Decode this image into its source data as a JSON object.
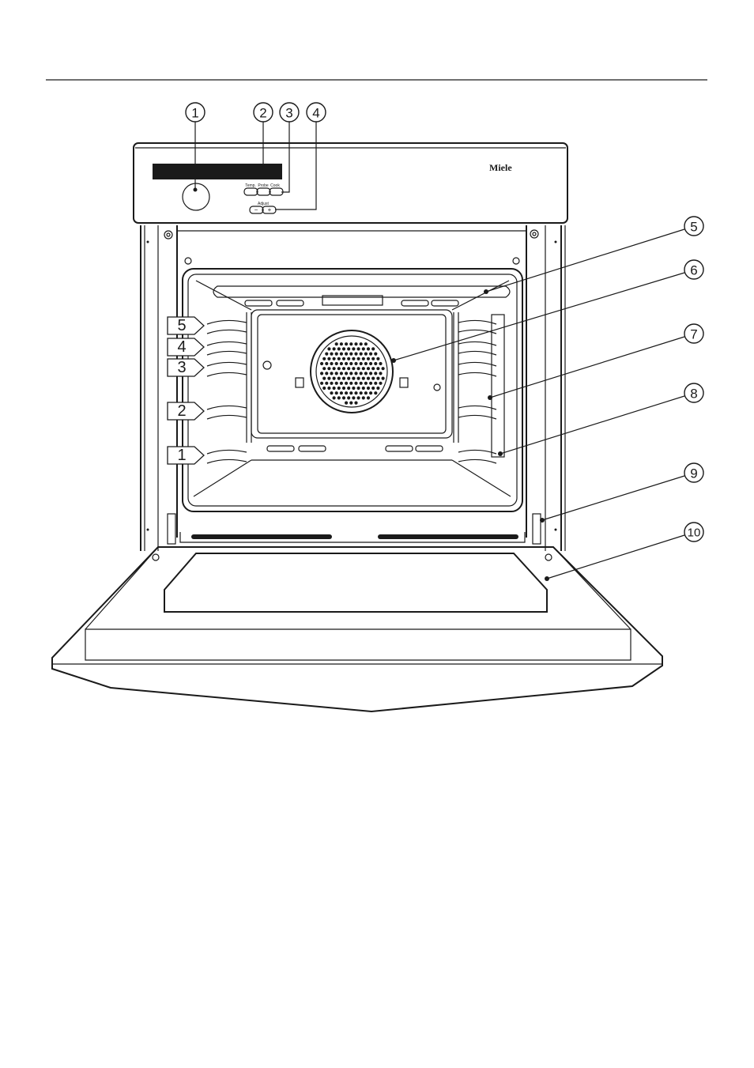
{
  "brand": "Miele",
  "panel": {
    "buttons": [
      "Temp.",
      "Probe",
      "Cook"
    ],
    "adjust_label": "Adjust",
    "minus": "−",
    "plus": "+"
  },
  "callouts": [
    "1",
    "2",
    "3",
    "4",
    "5",
    "6",
    "7",
    "8",
    "9",
    "10"
  ],
  "shelf_levels": [
    "5",
    "4",
    "3",
    "2",
    "1"
  ]
}
